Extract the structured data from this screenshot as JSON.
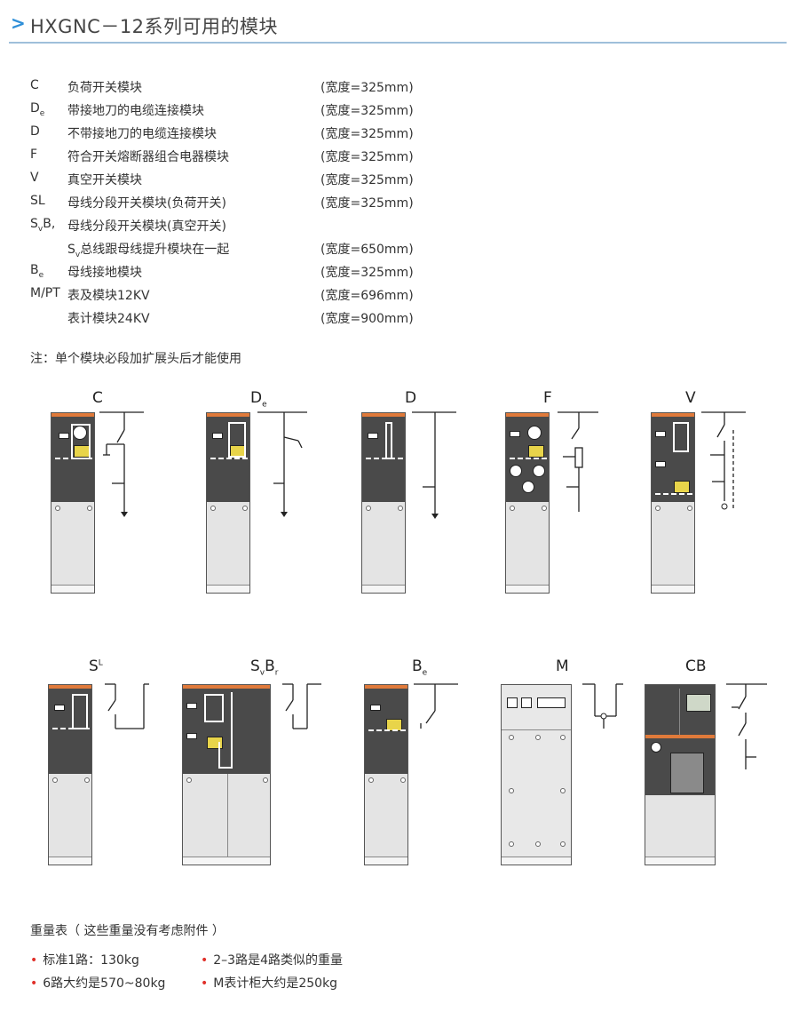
{
  "header": {
    "title": "HXGNC－12系列可用的模块"
  },
  "modules": [
    {
      "code": "C",
      "sub": "",
      "name": "负荷开关模块",
      "width": "(宽度=325mm)"
    },
    {
      "code": "D",
      "sub": "e",
      "name": "带接地刀的电缆连接模块",
      "width": "(宽度=325mm)"
    },
    {
      "code": "D",
      "sub": "",
      "name": "不带接地刀的电缆连接模块",
      "width": "(宽度=325mm)"
    },
    {
      "code": "F",
      "sub": "",
      "name": "符合开关熔断器组合电器模块",
      "width": "(宽度=325mm)"
    },
    {
      "code": "V",
      "sub": "",
      "name": "真空开关模块",
      "width": "(宽度=325mm)"
    },
    {
      "code": "SL",
      "sub": "",
      "name": "母线分段开关模块(负荷开关)",
      "width": "(宽度=325mm)"
    },
    {
      "code": "S",
      "sub": "v",
      "code2": "B,",
      "name": "母线分段开关模块(真空开关)",
      "width": ""
    },
    {
      "code": "",
      "sub": "",
      "name": "S",
      "name_sub": "v",
      "name2": "总线跟母线提升模块在一起",
      "width": "(宽度=650mm)"
    },
    {
      "code": "B",
      "sub": "e",
      "name": "母线接地模块",
      "width": "(宽度=325mm)"
    },
    {
      "code": "M/PT",
      "sub": "",
      "name": "表及模块12KV",
      "width": "(宽度=696mm)"
    },
    {
      "code": "",
      "sub": "",
      "name": "表计模块24KV",
      "width": "(宽度=900mm)"
    }
  ],
  "note": "注：单个模块必段加扩展头后才能使用",
  "panels_row1": [
    {
      "label": "C",
      "sub": ""
    },
    {
      "label": "D",
      "sub": "e"
    },
    {
      "label": "D",
      "sub": ""
    },
    {
      "label": "F",
      "sub": ""
    },
    {
      "label": "V",
      "sub": ""
    }
  ],
  "panels_row2": [
    {
      "label": "S",
      "sup": "L"
    },
    {
      "label": "S",
      "sub": "v",
      "label2": "B",
      "sub2": "r"
    },
    {
      "label": "B",
      "sub": "e"
    },
    {
      "label": "M",
      "sub": ""
    },
    {
      "label": "CB",
      "sub": ""
    }
  ],
  "weights": {
    "title": "重量表（ 这些重量没有考虑附件 ）",
    "items": [
      "标准1路：130kg",
      "2–3路是4路类似的重量",
      "6路大约是570~80kg",
      "M表计柜大约是250kg"
    ]
  },
  "colors": {
    "accent": "#2f8fd8",
    "cabinet_dark": "#4a4a4a",
    "cabinet_top": "#e07a3a",
    "bullet": "#e0302a"
  }
}
